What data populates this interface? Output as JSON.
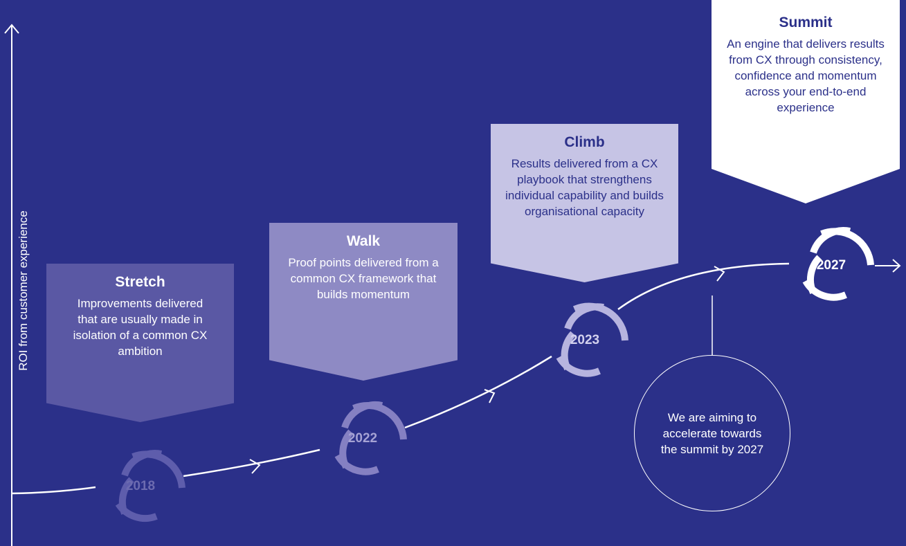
{
  "axis": {
    "y_label": "ROI from customer experience"
  },
  "stages": [
    {
      "title": "Stretch",
      "description": "Improvements delivered that are usually made in isolation of a common CX ambition",
      "year": "2018"
    },
    {
      "title": "Walk",
      "description": "Proof points delivered from a common CX framework that builds momentum",
      "year": "2022"
    },
    {
      "title": "Climb",
      "description": "Results delivered from a CX playbook that strengthens individual capability and builds organisational capacity",
      "year": "2023"
    },
    {
      "title": "Summit",
      "description": "An engine that delivers results from CX through consistency, confidence and momentum across your end-to-end experience",
      "year": "2027"
    }
  ],
  "note": "We are aiming to accelerate towards the summit by 2027",
  "colors": {
    "background": "#2b3089",
    "stretch": "#5a58a4",
    "walk": "#8e8ac4",
    "climb": "#c6c4e5",
    "summit": "#ffffff"
  }
}
